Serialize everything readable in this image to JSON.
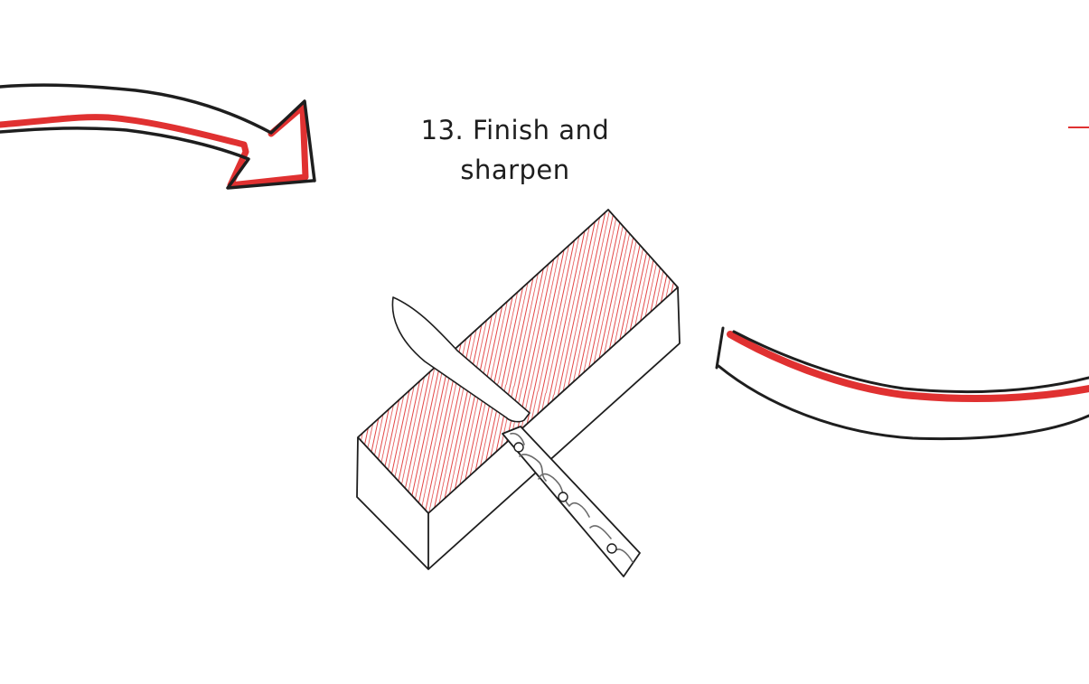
{
  "step": {
    "number": "13.",
    "title_line1": "13. Finish and",
    "title_line2": "sharpen",
    "full_label": "13. Finish and sharpen"
  },
  "illustration": {
    "subject": "knife on sharpening whetstone",
    "elements": [
      "whetstone-block",
      "knife-blade",
      "knife-handle",
      "handle-rivets"
    ]
  },
  "connectors": [
    {
      "name": "incoming-arrow",
      "direction": "from-left"
    },
    {
      "name": "outgoing-curve",
      "direction": "to-right"
    },
    {
      "name": "partial-arrow-right",
      "direction": "offscreen"
    }
  ],
  "colors": {
    "stroke": "#1e1e1e",
    "accent_red": "#e03131",
    "hatch_red": "#e03131",
    "background": "#ffffff",
    "handle_pattern": "#6b6b6b"
  }
}
